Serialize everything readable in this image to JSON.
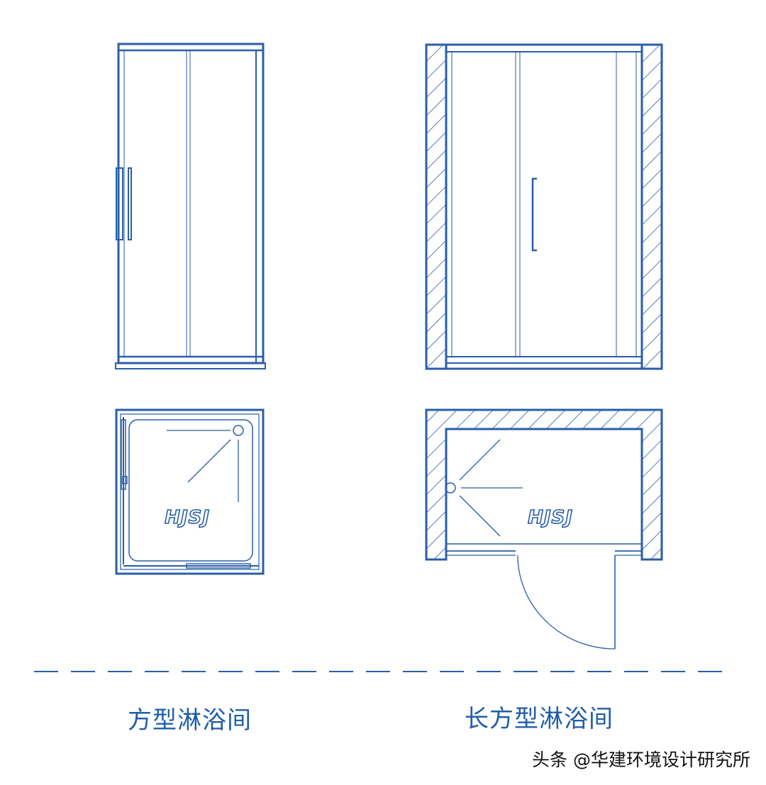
{
  "colors": {
    "line": "#2a5ea8",
    "thin": "#3f6fb3",
    "logo": "#2a5ea8",
    "caption": "#1f5ea8",
    "watermark": "#111111"
  },
  "plans": {
    "square": {
      "logo": "HJSJ"
    },
    "rect": {
      "logo": "HJSJ"
    }
  },
  "captions": {
    "square": "方型淋浴间",
    "rect": "长方型淋浴间"
  },
  "watermark": "头条 @华建环境设计研究所"
}
